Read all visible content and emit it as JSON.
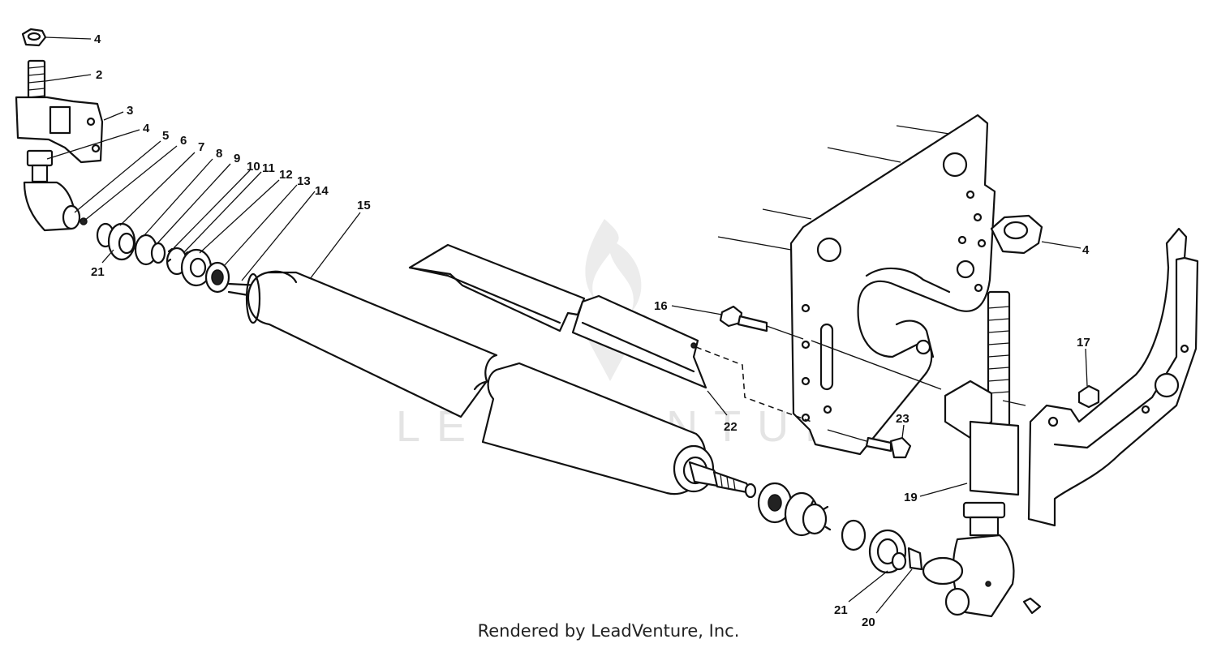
{
  "watermark": {
    "text": "LEADVENTURE"
  },
  "footer": {
    "text": "Rendered by LeadVenture, Inc."
  },
  "callouts": [
    {
      "id": "c4a",
      "text": "4"
    },
    {
      "id": "c2",
      "text": "2"
    },
    {
      "id": "c3",
      "text": "3"
    },
    {
      "id": "c4b",
      "text": "4"
    },
    {
      "id": "c5",
      "text": "5"
    },
    {
      "id": "c6",
      "text": "6"
    },
    {
      "id": "c7",
      "text": "7"
    },
    {
      "id": "c8",
      "text": "8"
    },
    {
      "id": "c9",
      "text": "9"
    },
    {
      "id": "c10",
      "text": "10"
    },
    {
      "id": "c11",
      "text": "11"
    },
    {
      "id": "c12",
      "text": "12"
    },
    {
      "id": "c13",
      "text": "13"
    },
    {
      "id": "c14",
      "text": "14"
    },
    {
      "id": "c15",
      "text": "15"
    },
    {
      "id": "c21a",
      "text": "21"
    },
    {
      "id": "c16",
      "text": "16"
    },
    {
      "id": "c4c",
      "text": "4"
    },
    {
      "id": "c17",
      "text": "17"
    },
    {
      "id": "c22",
      "text": "22"
    },
    {
      "id": "c23",
      "text": "23"
    },
    {
      "id": "c19",
      "text": "19"
    },
    {
      "id": "c21b",
      "text": "21"
    },
    {
      "id": "c20",
      "text": "20"
    }
  ]
}
